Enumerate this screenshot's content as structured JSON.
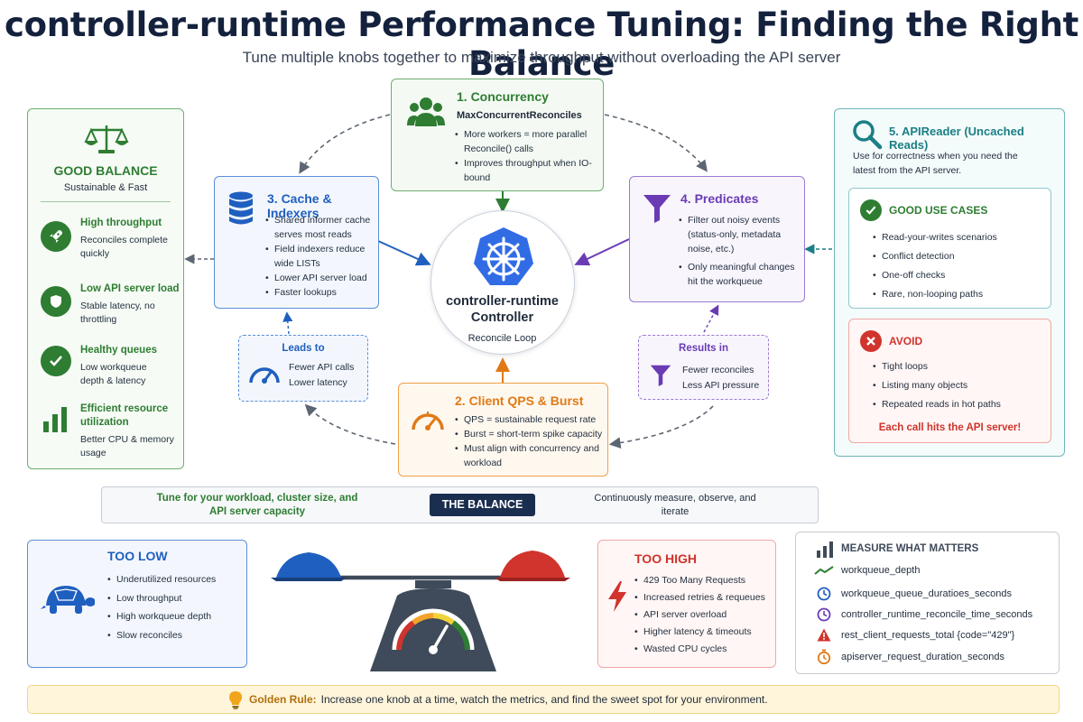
{
  "header": {
    "title": "controller-runtime Performance Tuning: Finding the Right Balance",
    "subtitle": "Tune multiple knobs together to maximize throughput without overloading the API server"
  },
  "good_balance": {
    "title": "GOOD BALANCE",
    "subtitle": "Sustainable & Fast",
    "items": [
      {
        "title": "High throughput",
        "desc": "Reconciles complete quickly"
      },
      {
        "title": "Low API server load",
        "desc": "Stable latency, no throttling"
      },
      {
        "title": "Healthy queues",
        "desc": "Low workqueue depth & latency"
      },
      {
        "title": "Efficient resource utilization",
        "desc": "Better CPU & memory usage"
      }
    ]
  },
  "concurrency": {
    "title": "1. Concurrency",
    "setting": "MaxConcurrentReconciles",
    "bullets": [
      "More workers = more parallel Reconcile() calls",
      "Improves throughput when IO-bound"
    ]
  },
  "cache": {
    "title": "3. Cache & Indexers",
    "bullets": [
      "Shared informer cache serves most reads",
      "Field indexers reduce wide LISTs",
      "Lower API server load",
      "Faster lookups"
    ]
  },
  "predicates": {
    "title": "4. Predicates",
    "bullets": [
      "Filter out noisy events (status-only, metadata noise, etc.)",
      "Only meaningful changes hit the workqueue"
    ]
  },
  "controller": {
    "line1": "controller-runtime",
    "line2": "Controller",
    "sub": "Reconcile Loop"
  },
  "leads_to": {
    "title": "Leads to",
    "lines": [
      "Fewer API calls",
      "Lower latency"
    ]
  },
  "results_in": {
    "title": "Results in",
    "lines": [
      "Fewer reconciles",
      "Less API pressure"
    ]
  },
  "qps": {
    "title": "2. Client QPS & Burst",
    "bullets": [
      "QPS = sustainable request rate",
      "Burst = short-term spike capacity",
      "Must align with concurrency and workload"
    ]
  },
  "apireader": {
    "title": "5. APIReader (Uncached Reads)",
    "desc": "Use for correctness when you need the latest from the API server.",
    "good_title": "GOOD USE CASES",
    "good": [
      "Read-your-writes scenarios",
      "Conflict detection",
      "One-off checks",
      "Rare, non-looping paths"
    ],
    "avoid_title": "AVOID",
    "avoid": [
      "Tight loops",
      "Listing many objects",
      "Repeated reads in hot paths"
    ],
    "warning": "Each call hits the API server!"
  },
  "balance": {
    "left": "Tune for your workload, cluster size, and API server capacity",
    "center": "THE BALANCE",
    "right": "Continuously measure, observe, and iterate"
  },
  "too_low": {
    "title": "TOO LOW",
    "bullets": [
      "Underutilized resources",
      "Low throughput",
      "High workqueue depth",
      "Slow reconciles"
    ]
  },
  "too_high": {
    "title": "TOO HIGH",
    "bullets": [
      "429 Too Many Requests",
      "Increased retries & requeues",
      "API server overload",
      "Higher latency & timeouts",
      "Wasted CPU cycles"
    ]
  },
  "metrics": {
    "title": "MEASURE WHAT MATTERS",
    "items": [
      "workqueue_depth",
      "workqueue_queue_duratioes_seconds",
      "controller_runtime_reconcile_time_seconds",
      "rest_client_requests_total {code=\"429\"}",
      "apiserver_request_duration_seconds"
    ]
  },
  "golden": {
    "label": "Golden Rule:",
    "text": "Increase one knob at a time, watch the metrics, and find the sweet spot for your environment."
  },
  "colors": {
    "green": "#2e7d32",
    "blue": "#1f5fbf",
    "purple": "#6a3bb5",
    "orange": "#e07a16",
    "teal": "#1b7f86",
    "red": "#d0342c",
    "navy": "#1a2e4f",
    "k8s": "#326ce5"
  }
}
